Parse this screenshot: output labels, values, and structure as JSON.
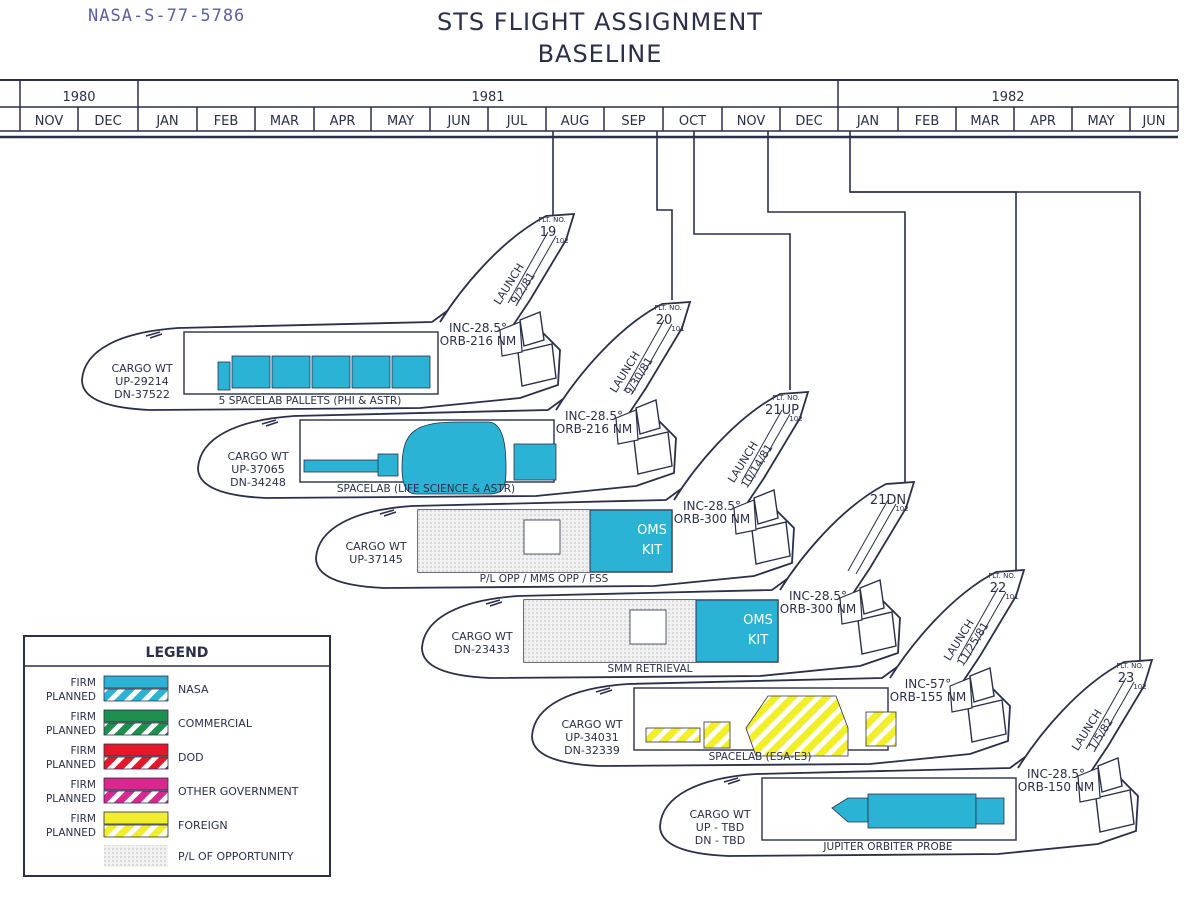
{
  "doc_id": "NASA-S-77-5786",
  "title_line1": "STS FLIGHT ASSIGNMENT",
  "title_line2": "BASELINE",
  "years": [
    "1980",
    "1981",
    "1982"
  ],
  "months": [
    "NOV",
    "DEC",
    "JAN",
    "FEB",
    "MAR",
    "APR",
    "MAY",
    "JUN",
    "JUL",
    "AUG",
    "SEP",
    "OCT",
    "NOV",
    "DEC",
    "JAN",
    "FEB",
    "MAR",
    "APR",
    "MAY",
    "JUN"
  ],
  "colors": {
    "nasa": "#2bb3d6",
    "commercial": "#1f8f4d",
    "dod": "#e3192b",
    "other_gov": "#d6288e",
    "foreign": "#f3ee2a",
    "opportunity": "#e6e6e6",
    "ink": "#2a2f4a"
  },
  "flights": [
    {
      "flt_label": "FLT. NO.",
      "flt_no": "19",
      "orbiter": "102",
      "launch": "LAUNCH",
      "launch_date": "9/2/81",
      "inc": "INC-28.5°",
      "orb": "ORB-216 NM",
      "cargo_label": "CARGO WT",
      "cargo_1": "UP-29214",
      "cargo_2": "DN-37522",
      "payload": "5 SPACELAB PALLETS (PHI & ASTR)",
      "owner": "nasa"
    },
    {
      "flt_label": "FLT. NO.",
      "flt_no": "20",
      "orbiter": "101",
      "launch": "LAUNCH",
      "launch_date": "9/30/81",
      "inc": "INC-28.5°",
      "orb": "ORB-216 NM",
      "cargo_label": "CARGO WT",
      "cargo_1": "UP-37065",
      "cargo_2": "DN-34248",
      "payload": "SPACELAB (LIFE SCIENCE & ASTR)",
      "owner": "nasa"
    },
    {
      "flt_label": "FLT. NO.",
      "flt_no": "21UP",
      "orbiter": "102",
      "launch": "LAUNCH",
      "launch_date": "10/14/81",
      "inc": "INC-28.5°",
      "orb": "ORB-300 NM",
      "cargo_label": "CARGO WT",
      "cargo_1": "UP-37145",
      "cargo_2": "",
      "payload": "P/L OPP / MMS OPP / FSS",
      "kit": "OMS KIT",
      "owner": "nasa"
    },
    {
      "flt_label": "",
      "flt_no": "21DN",
      "orbiter": "102",
      "launch": "",
      "launch_date": "",
      "inc": "INC-28.5°",
      "orb": "ORB-300 NM",
      "cargo_label": "CARGO WT",
      "cargo_1": "DN-23433",
      "cargo_2": "",
      "payload": "SMM RETRIEVAL",
      "kit": "OMS KIT",
      "owner": "nasa"
    },
    {
      "flt_label": "FLT. NO.",
      "flt_no": "22",
      "orbiter": "101",
      "launch": "LAUNCH",
      "launch_date": "11/25/81",
      "inc": "INC-57°",
      "orb": "ORB-155 NM",
      "cargo_label": "CARGO WT",
      "cargo_1": "UP-34031",
      "cargo_2": "DN-32339",
      "payload": "SPACELAB (ESA-E3)",
      "owner": "foreign"
    },
    {
      "flt_label": "FLT. NO.",
      "flt_no": "23",
      "orbiter": "102",
      "launch": "LAUNCH",
      "launch_date": "1/5/82",
      "inc": "INC-28.5°",
      "orb": "ORB-150 NM",
      "cargo_label": "CARGO WT",
      "cargo_1": "UP - TBD",
      "cargo_2": "DN - TBD",
      "payload": "JUPITER ORBITER PROBE",
      "owner": "nasa"
    }
  ],
  "legend": {
    "title": "LEGEND",
    "firm": "FIRM",
    "planned": "PLANNED",
    "rows": [
      {
        "label": "NASA",
        "color_key": "nasa"
      },
      {
        "label": "COMMERCIAL",
        "color_key": "commercial"
      },
      {
        "label": "DOD",
        "color_key": "dod"
      },
      {
        "label": "OTHER GOVERNMENT",
        "color_key": "other_gov"
      },
      {
        "label": "FOREIGN",
        "color_key": "foreign"
      }
    ],
    "opportunity_label": "P/L OF OPPORTUNITY"
  }
}
